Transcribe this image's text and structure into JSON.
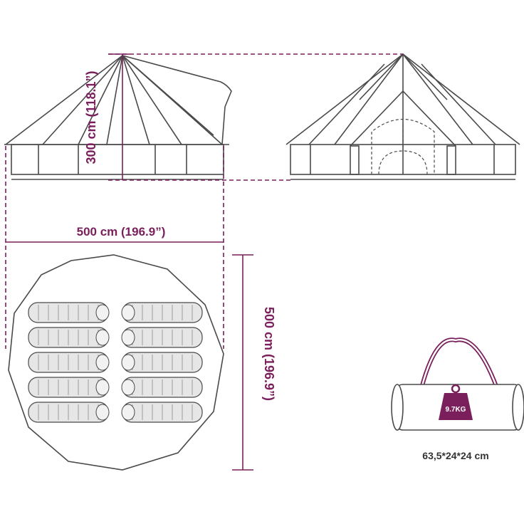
{
  "dimensions": {
    "height_label": "300 cm (118.1”)",
    "width_label": "500 cm (196.9”)",
    "depth_label": "500 cm (196.9”)"
  },
  "bag": {
    "weight_label": "9.7KG",
    "size_label": "63,5*24*24 cm"
  },
  "floor_plan": {
    "sleeping_bags_per_column": 5,
    "columns": 2
  },
  "colors": {
    "accent": "#7a1f5c",
    "outline": "#4a4a4a",
    "fill": "#e6e6e6"
  }
}
